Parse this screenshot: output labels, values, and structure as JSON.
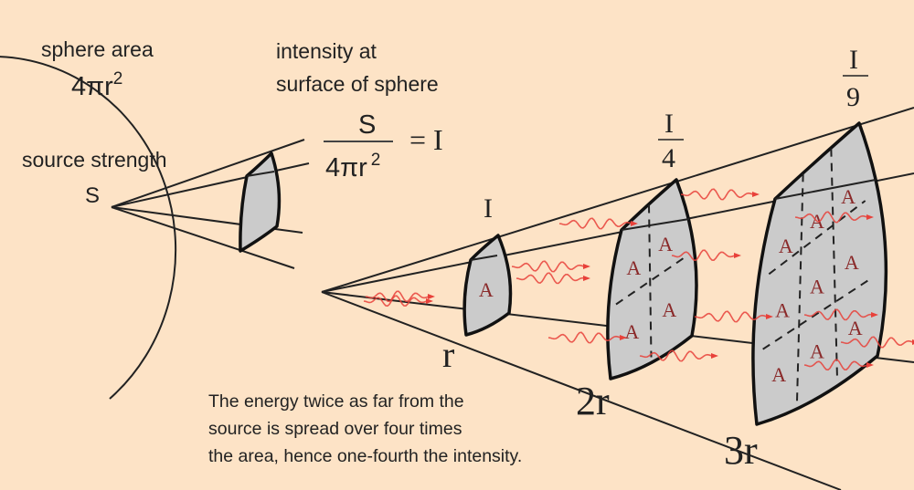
{
  "labels": {
    "sphere_area": "sphere area",
    "sphere_formula": "4πr",
    "sphere_exp": "2",
    "intensity_line1": "intensity at",
    "intensity_line2": "surface of sphere",
    "frac_num": "S",
    "frac_den": "4πr",
    "frac_den_exp": "2",
    "equals": "= I",
    "source_strength": "source strength",
    "source_symbol": "S",
    "intensity_1": "I",
    "intensity_2_num": "I",
    "intensity_2_den": "4",
    "intensity_3_num": "I",
    "intensity_3_den": "9",
    "dist_1": "r",
    "dist_2": "2r",
    "dist_3": "3r",
    "area_label": "A"
  },
  "caption": [
    "The energy twice as far from the",
    "source is spread over four times",
    "the area, hence one-fourth the intensity."
  ],
  "colors": {
    "background": "#fde3c6",
    "patch": "#cbcbcb",
    "wave": "#e8413a",
    "area_label": "#8a2a2a"
  }
}
